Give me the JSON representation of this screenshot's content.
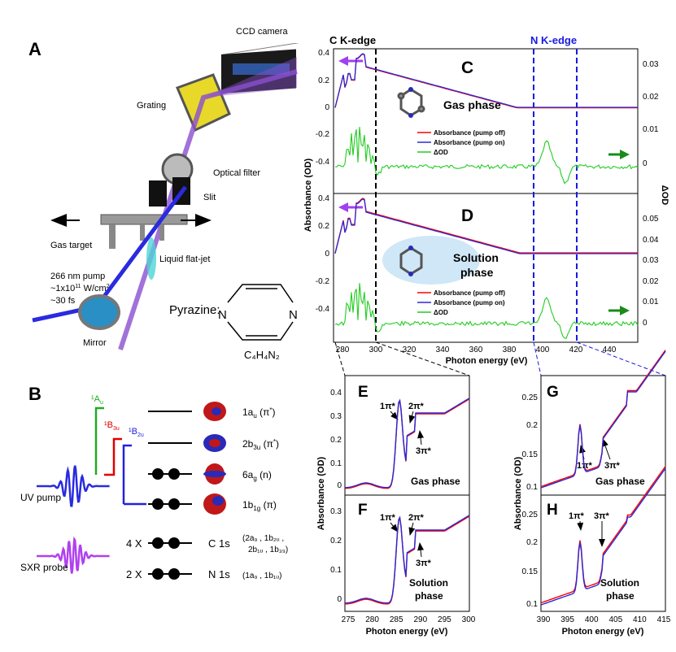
{
  "panel_a": {
    "letter": "A",
    "ccd": "CCD camera",
    "grating": "Grating",
    "filter": "Optical filter",
    "slit": "Slit",
    "gas_target": "Gas target",
    "flat_jet": "Liquid flat-jet",
    "pump1": "266 nm pump",
    "pump2": "~1x10",
    "pump2_sup": "11",
    "pump2_unit": " W/cm",
    "pump2_sup2": "2",
    "pump3": "~30 fs",
    "mirror": "Mirror",
    "pyrazine": "Pyrazine:",
    "n_atom": "N",
    "formula": "C₄H₄N₂"
  },
  "panel_b": {
    "letter": "B",
    "a_label": "¹A",
    "a_sub": "u",
    "b3_label": "¹B",
    "b3_sub": "3u",
    "b2_label": "¹B",
    "b2_sub": "2u",
    "orbitals": [
      {
        "main": "1a",
        "sub": "u",
        "tail": " (π",
        "sup": "*",
        "end": ")"
      },
      {
        "main": "2b",
        "sub": "3u",
        "tail": " (π",
        "sup": "*",
        "end": ")"
      },
      {
        "main": "6a",
        "sub": "g",
        "tail": " (n)",
        "sup": "",
        "end": ""
      },
      {
        "main": "1b",
        "sub": "1g",
        "tail": " (π)",
        "sup": "",
        "end": ""
      }
    ],
    "uv_pump": "UV pump",
    "sxr_probe": "SXR probe",
    "c1s_mult": "4 X",
    "c1s": "C 1s",
    "c1s_detail": "(2a₉ , 1b₂ᵤ ,",
    "c1s_detail2": "2b₁ᵤ , 1b₃₉)",
    "n1s_mult": "2 X",
    "n1s": "N 1s",
    "n1s_detail": "(1a₉ , 1b₁ᵤ)"
  },
  "panel_cd": {
    "c_edge": "C K-edge",
    "n_edge": "N K-edge",
    "c_letter": "C",
    "d_letter": "D",
    "gas_phase": "Gas phase",
    "solution": "Solution",
    "phase": "phase",
    "ylabel": "Absorbance (OD)",
    "ylabel_right": "ΔOD",
    "xlabel": "Photon energy (eV)",
    "legend": [
      "Absorbance (pump off)",
      "Absorbance (pump on)",
      "ΔOD"
    ],
    "c_yticks": [
      "0.4",
      "0.2",
      "0",
      "-0.2",
      "-0.4"
    ],
    "c_yticks_right": [
      "0.03",
      "0.02",
      "0.01",
      "0"
    ],
    "d_yticks": [
      "0.4",
      "0.2",
      "0",
      "-0.2",
      "-0.4"
    ],
    "d_yticks_right": [
      "0.05",
      "0.04",
      "0.03",
      "0.02",
      "0.01",
      "0"
    ],
    "xticks": [
      "280",
      "300",
      "320",
      "340",
      "360",
      "380",
      "400",
      "420",
      "440"
    ]
  },
  "panel_ef": {
    "e_letter": "E",
    "f_letter": "F",
    "gas_phase": "Gas phase",
    "solution": "Solution",
    "phase": "phase",
    "labels": [
      "1π*",
      "2π*",
      "3π*"
    ],
    "ylabel": "Absorbance (OD)",
    "xlabel": "Photon energy (eV)",
    "e_yticks": [
      "0.4",
      "0.3",
      "0.2",
      "0.1",
      "0"
    ],
    "f_yticks": [
      "0.3",
      "0.2",
      "0.1",
      "0"
    ],
    "xticks": [
      "275",
      "280",
      "285",
      "290",
      "295",
      "300"
    ]
  },
  "panel_gh": {
    "g_letter": "G",
    "h_letter": "H",
    "gas_phase": "Gas phase",
    "solution": "Solution",
    "phase": "phase",
    "labels": [
      "1π*",
      "3π*"
    ],
    "ylabel": "Absorbance (OD)",
    "xlabel": "Photon energy (eV)",
    "g_yticks": [
      "0.25",
      "0.2",
      "0.15",
      "0.1"
    ],
    "h_yticks": [
      "0.25",
      "0.2",
      "0.15",
      "0.1"
    ],
    "xticks": [
      "390",
      "395",
      "400",
      "405",
      "410",
      "415"
    ]
  },
  "colors": {
    "pump_off": "#ff0000",
    "pump_on": "#2a2ad8",
    "delta_od": "#22cc22",
    "edge_c": "#000000",
    "edge_n": "#1a1ae0",
    "arrow_left": "#a040f0",
    "arrow_right": "#1a8a1a"
  }
}
